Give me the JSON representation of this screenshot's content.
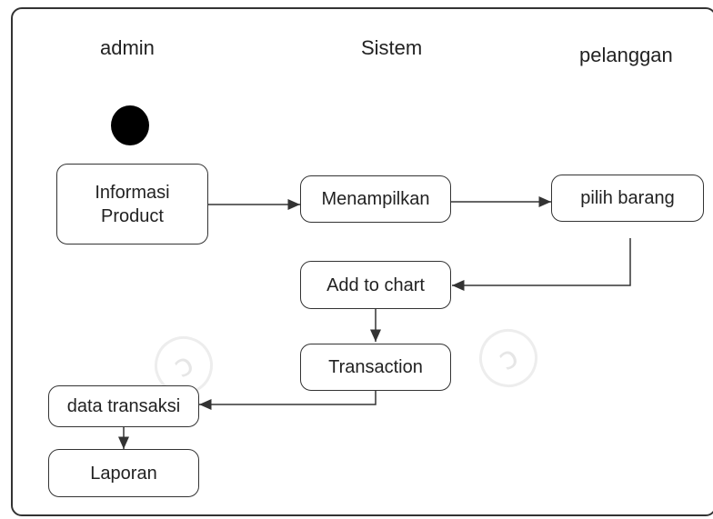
{
  "lanes": {
    "admin": "admin",
    "sistem": "Sistem",
    "pelanggan": "pelanggan"
  },
  "nodes": {
    "informasi_product": "Informasi\nProduct",
    "menampilkan": "Menampilkan",
    "pilih_barang": "pilih barang",
    "add_to_chart": "Add to chart",
    "transaction": "Transaction",
    "data_transaksi": "data transaksi",
    "laporan": "Laporan"
  },
  "colors": {
    "stroke": "#333333",
    "start": "#000000",
    "watermark": "#e6e6e6"
  }
}
